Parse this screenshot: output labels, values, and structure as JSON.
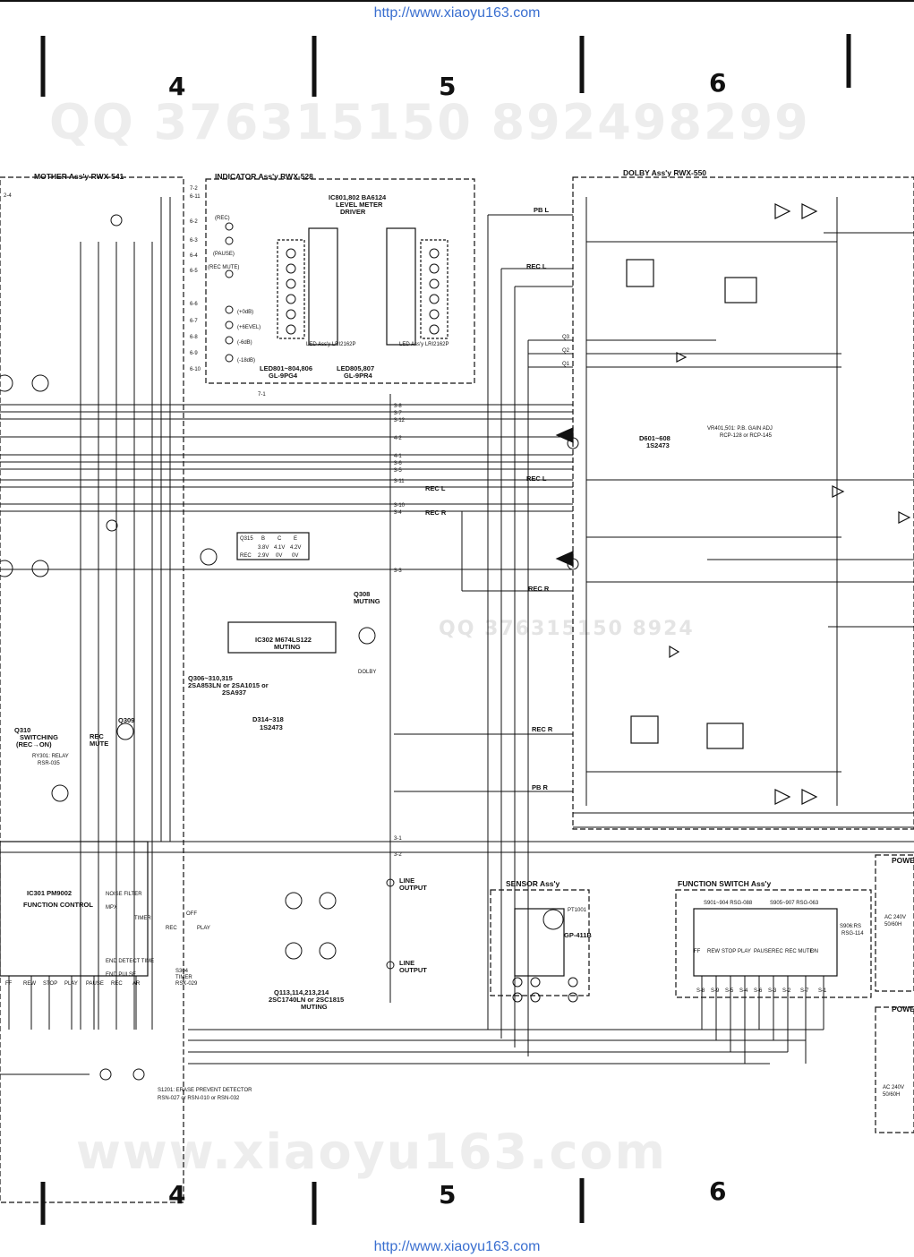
{
  "watermark": {
    "url": "http://www.xiaoyu163.com",
    "qq": "QQ 376315150   892498299",
    "site": "www.xiaoyu163.com",
    "mid": "QQ  376315150  8924"
  },
  "grid": {
    "columns": [
      "4",
      "5",
      "6"
    ]
  },
  "blocks": {
    "mother": {
      "title": "MOTHER Ass'y  RWX-541"
    },
    "indicator": {
      "title": "INDICATOR Ass'y  RWX-528"
    },
    "dolby": {
      "title": "DOLBY Ass'y  RWX-550"
    },
    "sensor": {
      "title": "SENSOR Ass'y"
    },
    "function_switch": {
      "title": "FUNCTION SWITCH Ass'y"
    },
    "power": {
      "title": "POWER"
    }
  },
  "labels": {
    "level_meter_ic": "IC801,802 BA6124",
    "level_meter_name": "LEVEL METER",
    "level_meter_driver": "DRIVER",
    "led_list_1": "LED801~804,806",
    "led_type_1": "GL-9PG4",
    "led_list_2": "LED805,807",
    "led_type_2": "GL-9PR4",
    "led_assy_1": "LED Ass'y  LRI2162P",
    "led_assy_2": "LED Ass'y  LRI2162P",
    "q315_table_head": [
      "Q315",
      "B",
      "C",
      "E"
    ],
    "q315_table_rec1": [
      "",
      "3.8V",
      "4.1V",
      "4.2V"
    ],
    "q315_table_rec2": [
      "REC",
      "2.9V",
      "0V",
      "0V"
    ],
    "ic302": "IC302   M674LS122",
    "ic302_sub": "MUTING",
    "q308": "Q308",
    "q308_sub": "MUTING",
    "q306_list": "Q306~310,315",
    "q306_type": "2SA853LN or 2SA1015 or",
    "q306_type2": "2SA937",
    "d314": "D314~318",
    "d314_type": "1S2473",
    "q310": "Q310",
    "q310_sub": "SWITCHING",
    "q310_sub2": "(REC→ON)",
    "ry301": "RY301: RELAY",
    "ry301_type": "RSR-035",
    "q309": "Q309",
    "q309_sub": "REC",
    "q309_sub2": "MUTE",
    "ic301": "IC301  PM9002",
    "ic301_sub": "FUNCTION CONTROL",
    "q113_list": "Q113,114,213,214",
    "q113_type": "2SC1740LN or 2SC1815",
    "q113_sub": "MUTING",
    "line_output_l": "LINE",
    "line_output_l2": "OUTPUT",
    "line_output_r": "LINE",
    "line_output_r2": "OUTPUT",
    "s1201": "S1201: ERASE PREVENT DETECTOR",
    "s1201_type": "RSN-027 or RSN-010 or RSN-032",
    "d601": "D601~608",
    "d601_type": "1S2473",
    "vr401": "VR401,501: P.B. GAIN ADJ",
    "vr401_type": "RCP-128 or RCP-145",
    "pt1001": "PT1001",
    "gp4118": "GP-411B",
    "s901": "S901~904  RSG-088",
    "s905": "S905~907  RSG-063",
    "s906": "S906:RS",
    "s906_type": "RSG-114",
    "power_label": "POWE",
    "ac_240v": "AC 240V",
    "ac_50_60": "50/60H",
    "noise_filter": "NOISE FILTER",
    "mpx": "MPX",
    "timer": "TIMER",
    "end_detect": "END DETECT TIME",
    "end_pulse": "END PULSE",
    "s304": "S304",
    "s304_sub": "TIMER",
    "s304_type": "RSK-029",
    "rec": "REC",
    "play": "PLAY",
    "off": "OFF",
    "pb_l": "PB L",
    "rec_l": "REC L",
    "pb_r": "PB R",
    "rec_r": "REC R",
    "mother_rec_l": "REC L",
    "mother_rec_r": "REC R",
    "dolby_tag": "DOLBY",
    "function_keys": [
      "FF",
      "REW",
      "STOP",
      "PLAY",
      "PAUSE",
      "REC",
      "REC MUTE",
      "ON"
    ],
    "fkey_pins": [
      "S-8",
      "S-9",
      "S-5",
      "S-4",
      "S-6",
      "S-3",
      "S-2",
      "S-7",
      "S-1"
    ],
    "indicator_leds": [
      "(REC)",
      "(PAUSE)",
      "(REC MUTE)",
      "(+0dB)",
      "(+6EVEL)",
      "(-6dB)",
      "(-18dB)"
    ],
    "ic301_pins": [
      "FF",
      "REW",
      "STOP",
      "PLAY",
      "PAUSE",
      "REC",
      "AR"
    ],
    "mother_nodes": [
      "2-4",
      "6-11",
      "6-2",
      "6-3",
      "6-4",
      "6-5",
      "6-6",
      "6-7",
      "6-8",
      "6-9",
      "6-10",
      "7-1",
      "7-2"
    ],
    "rail_nodes": [
      "3-8",
      "3-7",
      "3-12",
      "4-2",
      "4-1",
      "3-5",
      "3-6",
      "3-11",
      "3-10",
      "3-4",
      "3-3",
      "3-1",
      "3-2"
    ],
    "ctl_nodes": [
      "Q3",
      "Q2",
      "Q1"
    ]
  }
}
